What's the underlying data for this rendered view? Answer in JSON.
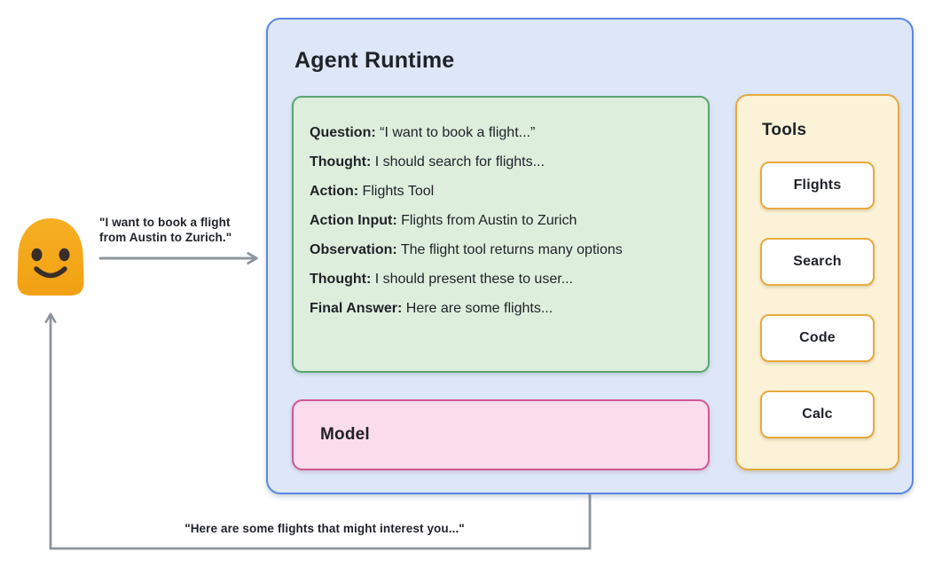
{
  "user": {
    "request_label_line1": "\"I want to book a flight",
    "request_label_line2": "from Austin to Zurich.\"",
    "response_label": "\"Here are some flights that might interest you...\""
  },
  "agent_runtime": {
    "title": "Agent Runtime",
    "trace": {
      "lines": [
        {
          "label": "Question:",
          "text": " “I want to book a flight...”"
        },
        {
          "label": "Thought:",
          "text": " I should search for flights..."
        },
        {
          "label": "Action:",
          "text": " Flights Tool"
        },
        {
          "label": "Action Input:",
          "text": " Flights from Austin to Zurich"
        },
        {
          "label": "Observation:",
          "text": " The flight tool returns many options"
        },
        {
          "label": "Thought:",
          "text": " I should present these to user..."
        },
        {
          "label": "Final Answer:",
          "text": " Here are some flights..."
        }
      ]
    },
    "model": {
      "label": "Model"
    },
    "tools": {
      "title": "Tools",
      "buttons": [
        "Flights",
        "Search",
        "Code",
        "Calc"
      ]
    }
  },
  "colors": {
    "blue_border": "#5b87e0",
    "blue_fill": "#dde7f8",
    "green_border": "#5ba370",
    "green_fill": "#ddeedd",
    "pink_border": "#cf5795",
    "pink_fill": "#fbdcec",
    "gold_border": "#e6aa3f",
    "gold_fill": "#fbf2d7",
    "button_fill": "#ffffff",
    "arrow": "#8e959e",
    "ink": "#1f2227",
    "blob": "#f4a71b",
    "blob_features": "#3a2e28"
  }
}
